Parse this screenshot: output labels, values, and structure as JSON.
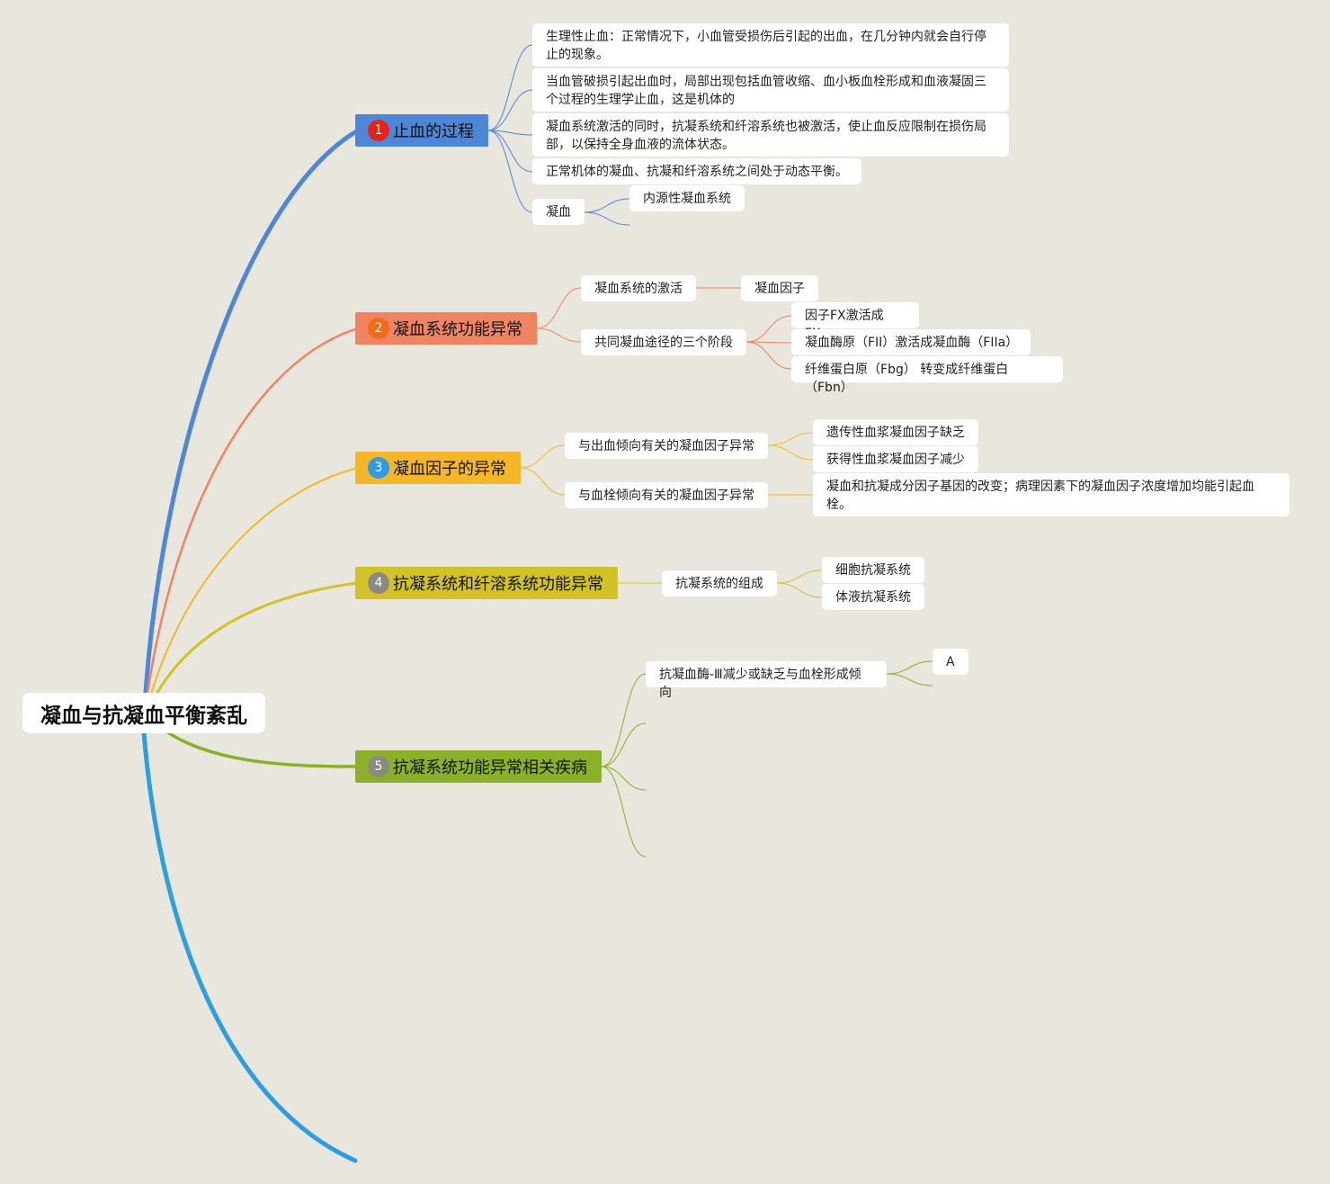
{
  "root": {
    "label": "凝血与抗凝血平衡紊乱"
  },
  "branches": [
    {
      "number": "1",
      "label": "止血的过程",
      "color": "#4e86d8",
      "badge_color": "#e3241b",
      "children": [
        {
          "text": "生理性止血：正常情况下，小血管受损伤后引起的出血，在几分钟内就会自行停止的现象。"
        },
        {
          "text": "当血管破损引起出血时，局部出现包括血管收缩、血小板血栓形成和血液凝固三个过程的生理学止血，这是机体的"
        },
        {
          "text": "凝血系统激活的同时，抗凝系统和纤溶系统也被激活，使止血反应限制在损伤局部，以保持全身血液的流体状态。"
        },
        {
          "text": "正常机体的凝血、抗凝和纤溶系统之间处于动态平衡。"
        },
        {
          "text": "凝血",
          "children": [
            {
              "text": "内源性凝血系统"
            }
          ]
        }
      ]
    },
    {
      "number": "2",
      "label": "凝血系统功能异常",
      "color": "#f08461",
      "badge_color": "#f26b1d",
      "children": [
        {
          "text": "凝血系统的激活",
          "children": [
            {
              "text": "凝血因子"
            }
          ]
        },
        {
          "text": "共同凝血途径的三个阶段",
          "children": [
            {
              "text": "因子FX激活成FXa"
            },
            {
              "text": "凝血酶原（FII）激活成凝血酶（FIIa）"
            },
            {
              "text": "纤维蛋白原（Fbg） 转变成纤维蛋白（Fbn）"
            }
          ]
        }
      ]
    },
    {
      "number": "3",
      "label": "凝血因子的异常",
      "color": "#f4b72a",
      "badge_color": "#2f9be0",
      "children": [
        {
          "text": "与出血倾向有关的凝血因子异常",
          "children": [
            {
              "text": "遗传性血浆凝血因子缺乏"
            },
            {
              "text": "获得性血浆凝血因子减少"
            }
          ]
        },
        {
          "text": "与血栓倾向有关的凝血因子异常",
          "children": [
            {
              "text": "凝血和抗凝成分因子基因的改变；病理因素下的凝血因子浓度增加均能引起血栓。"
            }
          ]
        }
      ]
    },
    {
      "number": "4",
      "label": "抗凝系统和纤溶系统功能异常",
      "color": "#d3c12a",
      "badge_color": "#8a8a80",
      "children": [
        {
          "text": "抗凝系统的组成",
          "children": [
            {
              "text": "细胞抗凝系统"
            },
            {
              "text": "体液抗凝系统"
            }
          ]
        }
      ]
    },
    {
      "number": "5",
      "label": "抗凝系统功能异常相关疾病",
      "color": "#8bb02a",
      "badge_color": "#8a8a80",
      "children": [
        {
          "text": "抗凝血酶-Ⅲ减少或缺乏与血栓形成倾向",
          "children": [
            {
              "text": "A"
            }
          ]
        }
      ]
    }
  ],
  "colors": {
    "background": "#e8e6dd",
    "tail_line": "#2b9fe0"
  }
}
